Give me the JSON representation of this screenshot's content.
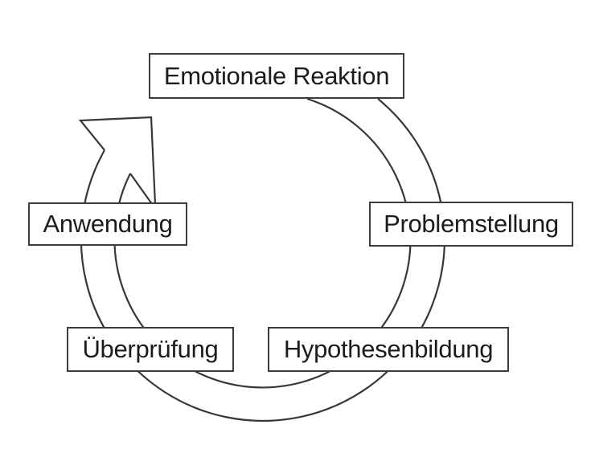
{
  "diagram": {
    "title": "Problem-solving cycle diagram",
    "cycle_direction": "clockwise",
    "nodes": [
      {
        "id": "emotionale-reaktion",
        "label": "Emotionale Reaktion",
        "position": "top"
      },
      {
        "id": "problemstellung",
        "label": "Problemstellung",
        "position": "right"
      },
      {
        "id": "hypothesenbildung",
        "label": "Hypothesenbildung",
        "position": "bottom-right"
      },
      {
        "id": "ueberpruefung",
        "label": "Überprüfung",
        "position": "bottom-left"
      },
      {
        "id": "anwendung",
        "label": "Anwendung",
        "position": "left"
      }
    ],
    "connector": {
      "shape": "annular ribbon with hand-drawn arrowhead at top-left",
      "arrow_points_toward": "Emotionale Reaktion"
    },
    "colors": {
      "background": "#ffffff",
      "line": "#373737",
      "box_border": "#3c3c3c",
      "text": "#1c1c1c",
      "box_fill": "#ffffff"
    }
  }
}
